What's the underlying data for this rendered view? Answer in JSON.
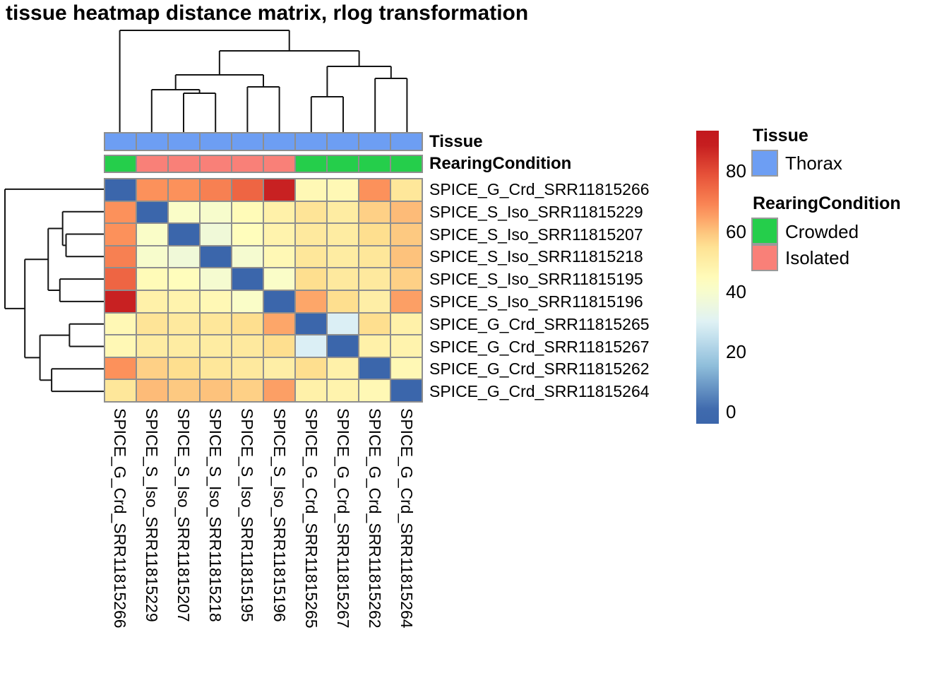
{
  "title": "tissue heatmap distance matrix, rlog transformation",
  "samples": [
    "SPICE_G_Crd_SRR11815266",
    "SPICE_S_Iso_SRR11815229",
    "SPICE_S_Iso_SRR11815207",
    "SPICE_S_Iso_SRR11815218",
    "SPICE_S_Iso_SRR11815195",
    "SPICE_S_Iso_SRR11815196",
    "SPICE_G_Crd_SRR11815265",
    "SPICE_G_Crd_SRR11815267",
    "SPICE_G_Crd_SRR11815262",
    "SPICE_G_Crd_SRR11815264"
  ],
  "annotations": {
    "tissue_label": "Tissue",
    "rearing_label": "RearingCondition",
    "tissue": [
      "Thorax",
      "Thorax",
      "Thorax",
      "Thorax",
      "Thorax",
      "Thorax",
      "Thorax",
      "Thorax",
      "Thorax",
      "Thorax"
    ],
    "rearing": [
      "Crowded",
      "Isolated",
      "Isolated",
      "Isolated",
      "Isolated",
      "Isolated",
      "Crowded",
      "Crowded",
      "Crowded",
      "Crowded"
    ]
  },
  "annotation_colors": {
    "Thorax": "#6D9EF3",
    "Crowded": "#25CE4B",
    "Isolated": "#F98078"
  },
  "legend": {
    "tissue_title": "Tissue",
    "tissue_items": [
      {
        "label": "Thorax",
        "color": "#6D9EF3"
      }
    ],
    "rearing_title": "RearingCondition",
    "rearing_items": [
      {
        "label": "Crowded",
        "color": "#25CE4B"
      },
      {
        "label": "Isolated",
        "color": "#F98078"
      }
    ]
  },
  "chart_data": {
    "type": "heatmap",
    "title": "tissue heatmap distance matrix, rlog transformation",
    "rows": [
      "SPICE_G_Crd_SRR11815266",
      "SPICE_S_Iso_SRR11815229",
      "SPICE_S_Iso_SRR11815207",
      "SPICE_S_Iso_SRR11815218",
      "SPICE_S_Iso_SRR11815195",
      "SPICE_S_Iso_SRR11815196",
      "SPICE_G_Crd_SRR11815265",
      "SPICE_G_Crd_SRR11815267",
      "SPICE_G_Crd_SRR11815262",
      "SPICE_G_Crd_SRR11815264"
    ],
    "columns": [
      "SPICE_G_Crd_SRR11815266",
      "SPICE_S_Iso_SRR11815229",
      "SPICE_S_Iso_SRR11815207",
      "SPICE_S_Iso_SRR11815218",
      "SPICE_S_Iso_SRR11815195",
      "SPICE_S_Iso_SRR11815196",
      "SPICE_G_Crd_SRR11815265",
      "SPICE_G_Crd_SRR11815267",
      "SPICE_G_Crd_SRR11815262",
      "SPICE_G_Crd_SRR11815264"
    ],
    "matrix": [
      [
        0,
        67,
        67,
        70,
        75,
        88,
        46,
        46,
        67,
        53
      ],
      [
        67,
        0,
        41,
        40,
        45,
        49,
        54,
        51,
        58,
        61
      ],
      [
        67,
        41,
        0,
        37,
        44,
        48,
        52,
        51,
        56,
        59
      ],
      [
        70,
        40,
        37,
        0,
        39,
        46,
        53,
        51,
        53,
        60
      ],
      [
        75,
        45,
        44,
        39,
        0,
        41,
        56,
        52,
        52,
        58
      ],
      [
        88,
        49,
        48,
        46,
        41,
        0,
        64,
        56,
        50,
        65
      ],
      [
        46,
        54,
        52,
        53,
        56,
        64,
        0,
        29,
        56,
        49
      ],
      [
        46,
        51,
        51,
        51,
        52,
        56,
        29,
        0,
        49,
        48
      ],
      [
        67,
        58,
        56,
        53,
        52,
        50,
        56,
        49,
        0,
        46
      ],
      [
        53,
        61,
        59,
        60,
        58,
        65,
        49,
        48,
        46,
        0
      ]
    ],
    "colorbar_ticks": [
      0,
      20,
      40,
      60,
      80
    ],
    "colorbar_range": [
      0,
      90
    ],
    "colormap_stops": [
      [
        0.0,
        "#3B66AB"
      ],
      [
        0.17,
        "#8FBEDB"
      ],
      [
        0.33,
        "#DFF2F6"
      ],
      [
        0.48,
        "#FFFFBF"
      ],
      [
        0.62,
        "#FEE090"
      ],
      [
        0.75,
        "#FC8D59"
      ],
      [
        0.87,
        "#E8543A"
      ],
      [
        1.0,
        "#C2171D"
      ]
    ],
    "dendrogram": {
      "note": "same topology for rows and columns; heights are relative merge heights",
      "tree": {
        "h": 144,
        "c": [
          {
            "leaf": 0
          },
          {
            "h": 115,
            "c": [
              {
                "h": 81,
                "c": [
                  {
                    "h": 60,
                    "c": [
                      {
                        "leaf": 1
                      },
                      {
                        "h": 55,
                        "c": [
                          {
                            "leaf": 2
                          },
                          {
                            "leaf": 3
                          }
                        ]
                      }
                    ]
                  },
                  {
                    "h": 64,
                    "c": [
                      {
                        "leaf": 4
                      },
                      {
                        "leaf": 5
                      }
                    ]
                  }
                ]
              },
              {
                "h": 93,
                "c": [
                  {
                    "h": 50,
                    "c": [
                      {
                        "leaf": 6
                      },
                      {
                        "leaf": 7
                      }
                    ]
                  },
                  {
                    "h": 76,
                    "c": [
                      {
                        "leaf": 8
                      },
                      {
                        "leaf": 9
                      }
                    ]
                  }
                ]
              }
            ]
          }
        ]
      }
    }
  }
}
